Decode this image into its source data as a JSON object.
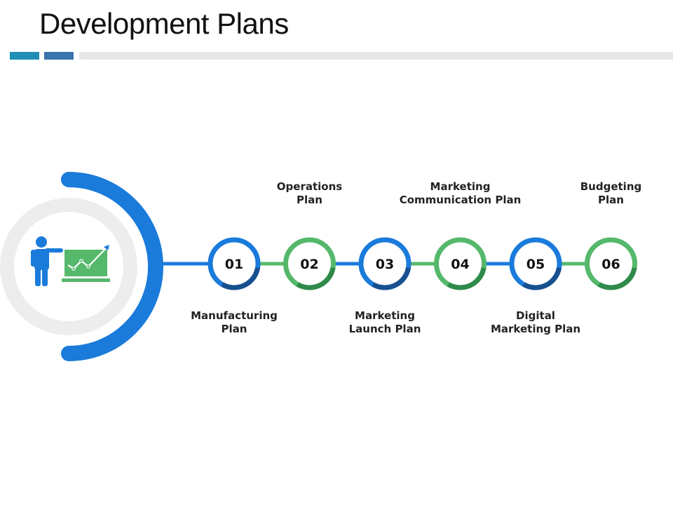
{
  "title": "Development Plans",
  "colors": {
    "blue": "#1a7bdb",
    "blue_dark": "#174f8f",
    "green": "#55b86b",
    "green_dark": "#2f8a4a",
    "grey_ring": "#ededed"
  },
  "icon": "presenter-chart-icon",
  "steps": [
    {
      "num": "01",
      "label_lines": [
        "Manufacturing",
        "Plan"
      ]
    },
    {
      "num": "02",
      "label_lines": [
        "Operations",
        "Plan"
      ]
    },
    {
      "num": "03",
      "label_lines": [
        "Marketing",
        "Launch Plan"
      ]
    },
    {
      "num": "04",
      "label_lines": [
        "Marketing",
        "Communication Plan"
      ]
    },
    {
      "num": "05",
      "label_lines": [
        "Digital",
        "Marketing Plan"
      ]
    },
    {
      "num": "06",
      "label_lines": [
        "Budgeting",
        "Plan"
      ]
    }
  ]
}
